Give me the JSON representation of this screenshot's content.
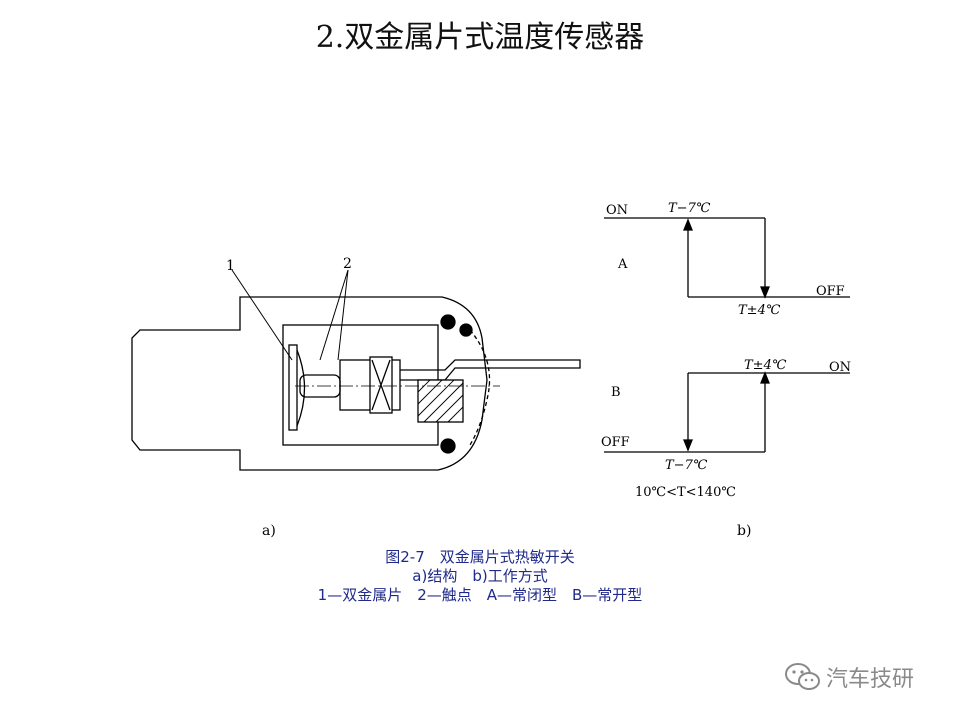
{
  "title": {
    "number": "2.",
    "text": "双金属片式温度传感器"
  },
  "diagram_a": {
    "label": "a)",
    "callouts": [
      "1",
      "2"
    ]
  },
  "diagram_b": {
    "label": "b)",
    "A": {
      "name": "A",
      "on": "ON",
      "off": "OFF",
      "rise_point": "T−7℃",
      "fall_point": "T±4℃"
    },
    "B": {
      "name": "B",
      "on": "ON",
      "off": "OFF",
      "rise_point": "T±4℃",
      "fall_point": "T−7℃"
    },
    "range": "10℃<T<140℃"
  },
  "caption": {
    "line1": "图2-7　双金属片式热敏开关",
    "line2": "a)结构　b)工作方式",
    "line3": "1—双金属片　2—触点　A—常闭型　B—常开型"
  },
  "watermark": {
    "text": "汽车技研",
    "icon": "wechat-icon"
  }
}
